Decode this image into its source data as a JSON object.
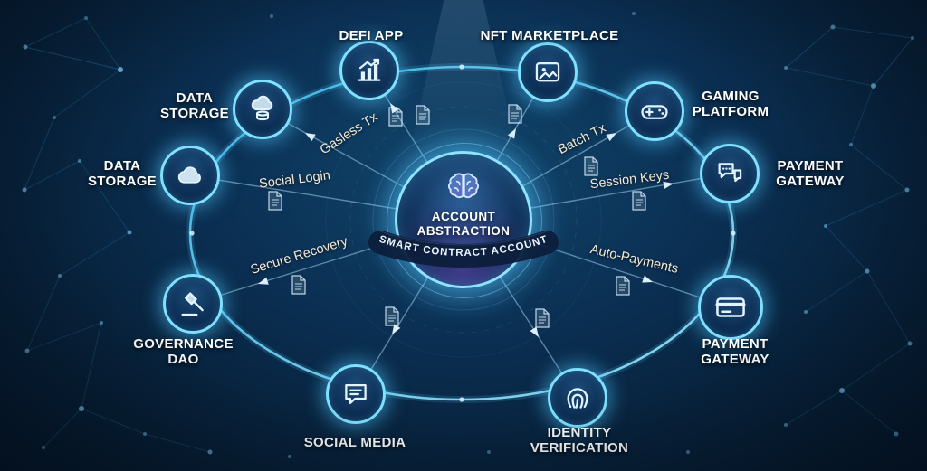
{
  "center": {
    "title": "ACCOUNT ABSTRACTION",
    "banner": "SMART CONTRACT ACCOUNT",
    "icon": "brain-icon"
  },
  "nodes": [
    {
      "label": "DEFI APP",
      "icon": "chart-icon"
    },
    {
      "label": "NFT MARKETPLACE",
      "icon": "image-icon"
    },
    {
      "label": "GAMING PLATFORM",
      "icon": "gamepad-icon"
    },
    {
      "label": "PAYMENT GATEWAY",
      "icon": "chat-bubbles-icon"
    },
    {
      "label": "PAYMENT GATEWAY",
      "icon": "credit-card-icon"
    },
    {
      "label": "IDENTITY VERIFICATION",
      "icon": "fingerprint-icon"
    },
    {
      "label": "SOCIAL MEDIA",
      "icon": "chat-bubble-icon"
    },
    {
      "label": "GOVERNANCE DAO",
      "icon": "gavel-icon"
    },
    {
      "label": "DATA STORAGE",
      "icon": "cloud-icon"
    },
    {
      "label": "DATA STORAGE",
      "icon": "cloud-database-icon"
    }
  ],
  "edges": [
    {
      "label": "Gasless Tx"
    },
    {
      "label": "Social Login"
    },
    {
      "label": "Secure Recovery"
    },
    {
      "label": "Batch Tx"
    },
    {
      "label": "Session Keys"
    },
    {
      "label": "Auto-Payments"
    }
  ],
  "colors": {
    "background": "#0a2746",
    "accent": "#5fd4ff",
    "ring": "#58c8f0",
    "edge_label": "#f4e9d5",
    "node_fill": "#0d2f55",
    "node_rim": "#7fe0ff"
  }
}
